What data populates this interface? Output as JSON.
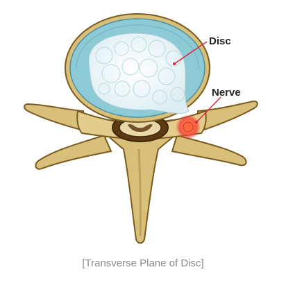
{
  "labels": {
    "disc": "Disc",
    "nerve": "Nerve"
  },
  "caption": "[Transverse Plane of Disc]",
  "colors": {
    "bone_fill": "#d9c07a",
    "bone_stroke": "#7a5a1e",
    "bone_shadow": "#a88a48",
    "annulus_fill": "#8ccbd6",
    "annulus_stroke": "#4f8e9b",
    "nucleus_fill": "#e8f3f6",
    "canal_fill": "#5b3a12",
    "cord_fill": "#e8d8a8",
    "pointer": "#d42a3c",
    "inflammation": "#f05a3c"
  }
}
